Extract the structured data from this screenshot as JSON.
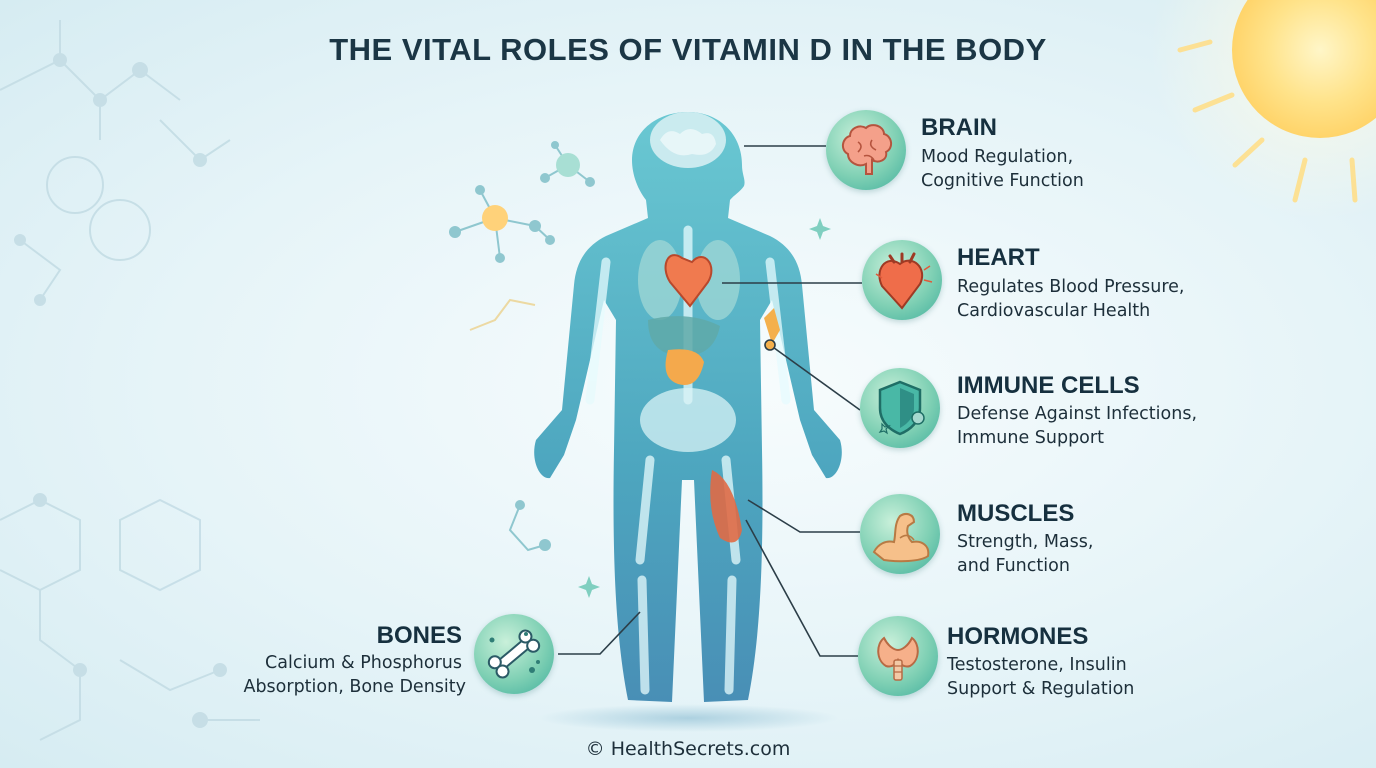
{
  "title": "THE VITAL ROLES OF VITAMIN D IN THE BODY",
  "roles": {
    "brain": {
      "heading": "BRAIN",
      "line1": "Mood Regulation,",
      "line2": "Cognitive Function",
      "icon": "brain-icon"
    },
    "heart": {
      "heading": "HEART",
      "line1": "Regulates Blood Pressure,",
      "line2": "Cardiovascular Health",
      "icon": "heart-icon"
    },
    "immune": {
      "heading": "IMMUNE CELLS",
      "line1": "Defense Against Infections,",
      "line2": "Immune Support",
      "icon": "shield-icon"
    },
    "muscles": {
      "heading": "MUSCLES",
      "line1": "Strength, Mass,",
      "line2": "and Function",
      "icon": "flexed-arm-icon"
    },
    "hormones": {
      "heading": "HORMONES",
      "line1": "Testosterone, Insulin",
      "line2": "Support & Regulation",
      "icon": "thyroid-icon"
    },
    "bones": {
      "heading": "BONES",
      "line1": "Calcium & Phosphorus",
      "line2": "Absorption, Bone Density",
      "icon": "bone-icon"
    }
  },
  "copyright": "© HealthSecrets.com",
  "colors": {
    "accent_teal": "#3fae9c",
    "title": "#1b3645",
    "sun": "#ffd76a",
    "organ": "#f07a4f",
    "body": "#3c9fb5"
  }
}
